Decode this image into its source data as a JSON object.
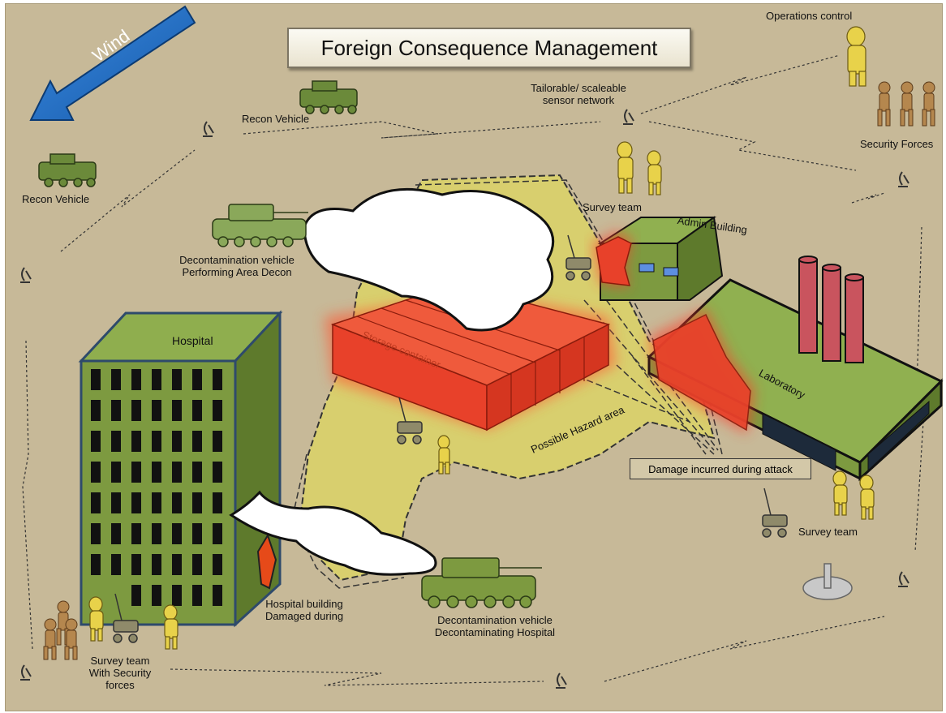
{
  "title": "Foreign Consequence Management",
  "wind": {
    "label": "Wind"
  },
  "labels": {
    "operations_control": "Operations control",
    "sensor_network_line1": "Tailorable/  scaleable",
    "sensor_network_line2": "sensor network",
    "recon_vehicle_top": "Recon Vehicle",
    "recon_vehicle_left": "Recon Vehicle",
    "security_forces": "Security Forces",
    "survey_team_top": "Survey team",
    "admin_building": "Admin Building",
    "decon_area_line1": "Decontamination vehicle",
    "decon_area_line2": "Performing Area Decon",
    "hospital": "Hospital",
    "storage_container": "Storage container",
    "laboratory": "Laboratory",
    "possible_hazard_area": "Possible Hazard area",
    "damage_incurred": "Damage incurred during attack",
    "survey_team_right": "Survey team",
    "hospital_damaged_line1": "Hospital building",
    "hospital_damaged_line2": "Damaged during",
    "decon_hospital_line1": "Decontamination vehicle",
    "decon_hospital_line2": "Decontaminating Hospital",
    "survey_security_line1": "Survey team",
    "survey_security_line2": "With Security",
    "survey_security_line3": "forces"
  },
  "colors": {
    "background": "#c7b998",
    "hazard_area": "#d8cf6e",
    "container_red": "#e8412a",
    "building_green": "#7d9a40",
    "wind_arrow": "#1f6fc4",
    "smokestack": "#c9545e"
  }
}
